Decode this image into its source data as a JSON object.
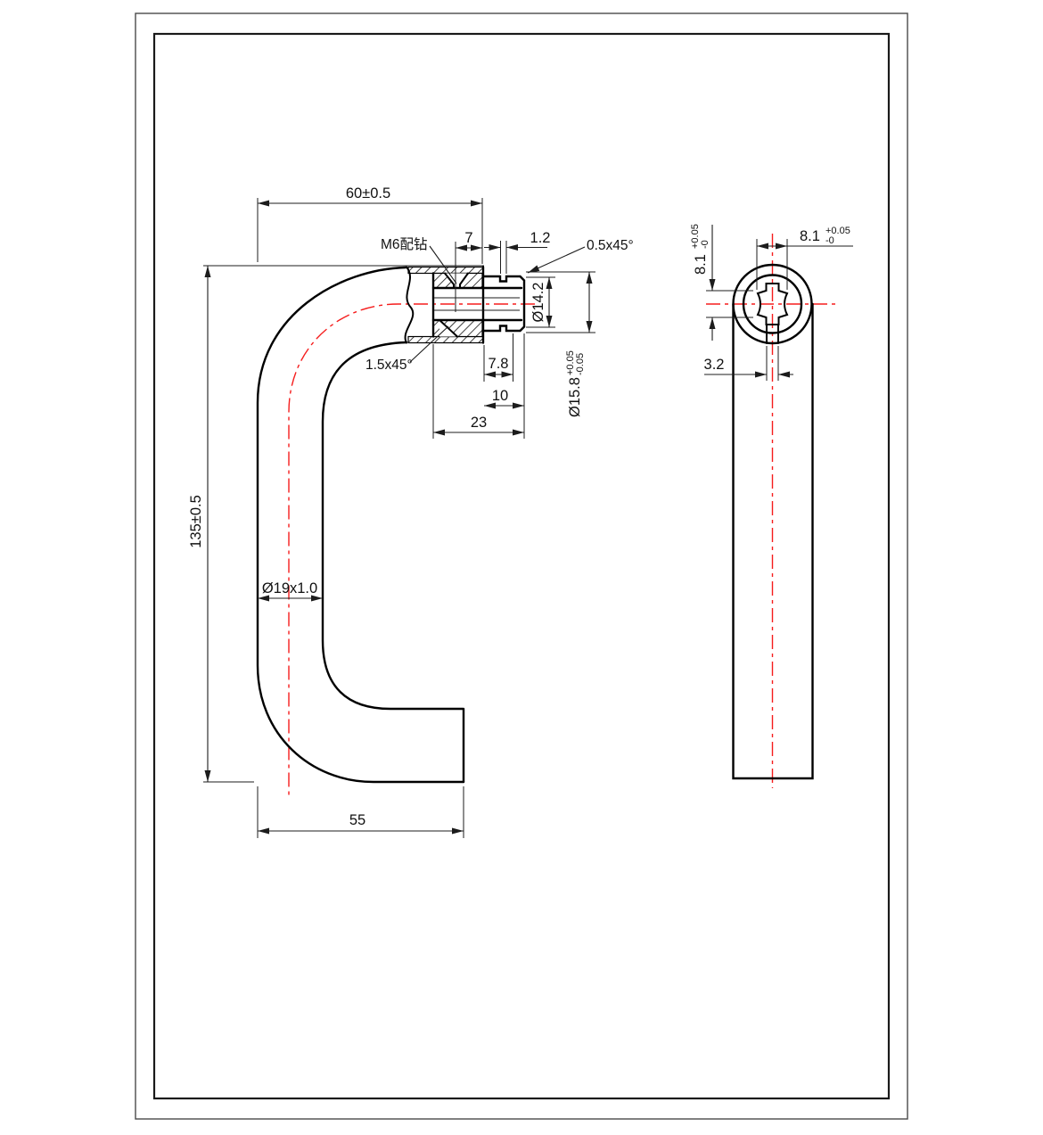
{
  "drawing": {
    "type": "engineering-drawing",
    "views": {
      "front": {
        "dim_width_top": "60±0.5",
        "dim_height": "135±0.5",
        "dim_tube": "Ø19x1.0",
        "dim_bottom_width": "55"
      },
      "section": {
        "note_m6": "M6配钻",
        "dim_7": "7",
        "dim_1_2": "1.2",
        "chamfer_end": "0.5x45°",
        "chamfer_bore": "1.5x45°",
        "dia_spindle_end": "Ø14.2",
        "dia_collar": {
          "main": "Ø15.8",
          "plus": "+0.05",
          "minus": "-0.05"
        },
        "dim_7_8": "7.8",
        "dim_10": "10",
        "dim_23": "23"
      },
      "side": {
        "spindle_width": {
          "main": "8.1",
          "plus": "+0.05",
          "minus": "-0"
        },
        "spindle_height": {
          "main": "8.1",
          "plus": "+0.05",
          "minus": "-0"
        },
        "dim_slot": "3.2"
      }
    },
    "colors": {
      "outline": "#000000",
      "centerline": "#f51d1d",
      "paper": "#ffffff"
    }
  }
}
